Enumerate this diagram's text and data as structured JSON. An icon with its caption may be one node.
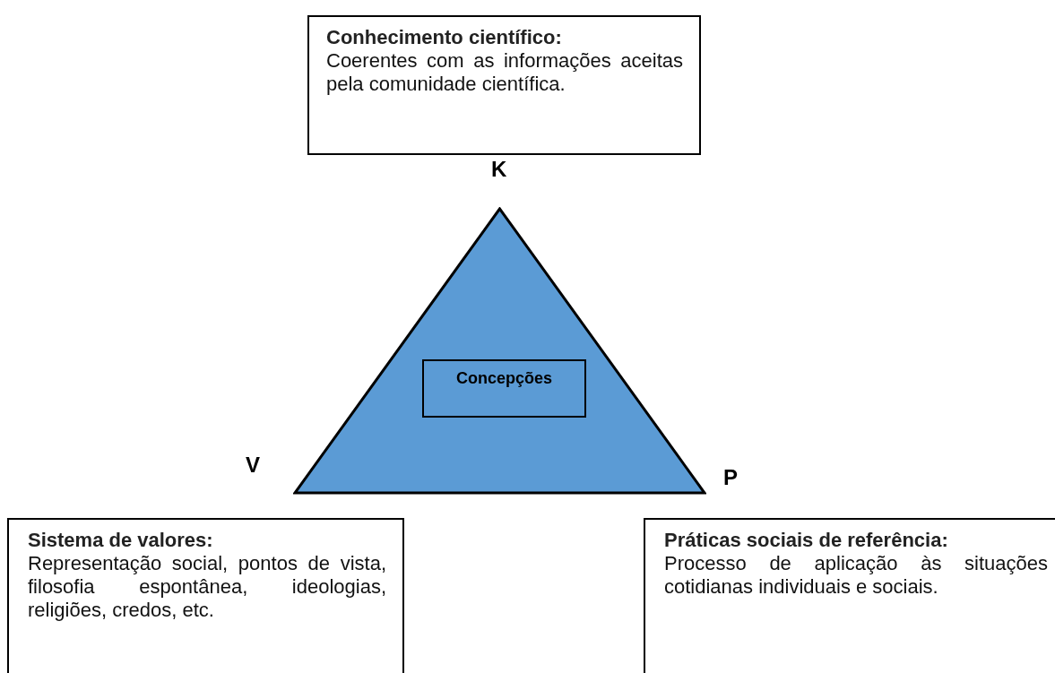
{
  "diagram": {
    "nodes": [
      {
        "text": [
          "Conhecimento científico:",
          "Coerentes com as informações aceitas pela comunidade científica."
        ]
      },
      {
        "text": [],
        "shape": "triangle"
      },
      {
        "text": [
          "Concepções"
        ],
        "in": 1
      },
      {
        "text": [
          "Sistema de valores:",
          "Representação social, pontos de vista, filosofia espontânea, ideologias, religiões, credos, etc."
        ]
      },
      {
        "text": [
          "Práticas sociais de referência:",
          "Processo de aplicação às situações cotidianas individuais e sociais."
        ]
      }
    ],
    "edges": [],
    "labels": [
      "K",
      "V",
      "P"
    ]
  }
}
